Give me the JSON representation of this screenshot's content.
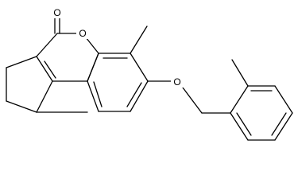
{
  "molecule": {
    "atom_labels": {
      "carbonyl_oxygen": "O",
      "ring_oxygen": "O",
      "ether_oxygen": "O"
    }
  }
}
